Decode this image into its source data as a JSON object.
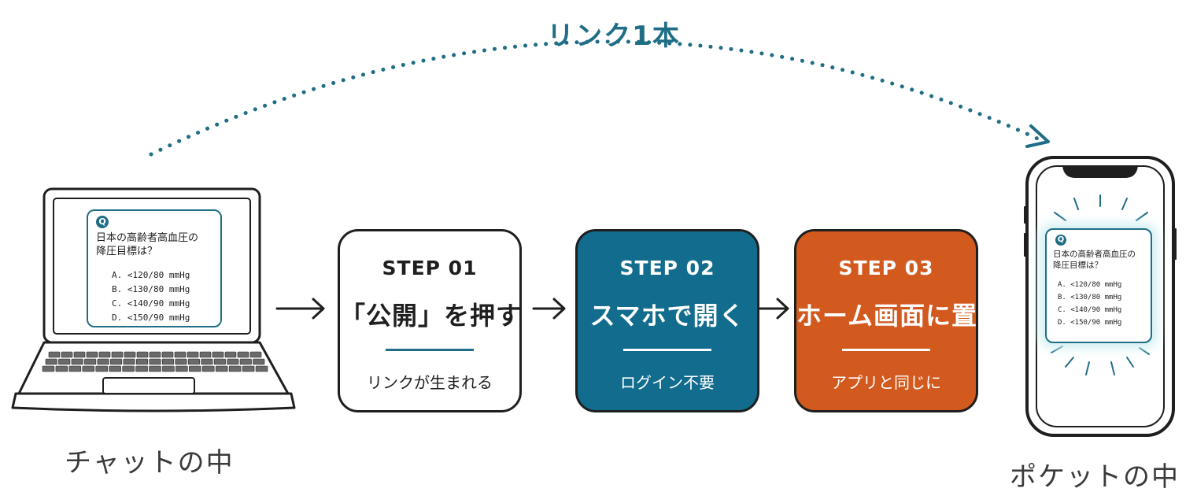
{
  "arc_label": "リンク1本",
  "left_caption": "チャットの中",
  "right_caption": "ポケットの中",
  "question_card": {
    "badge": "Q",
    "question_line1": "日本の高齢者高血圧の",
    "question_line2": "降圧目標は？",
    "options": [
      "A. <120/80 mmHg",
      "B. <130/80 mmHg",
      "C. <140/90 mmHg",
      "D. <150/90 mmHg"
    ]
  },
  "steps": [
    {
      "number": "STEP 01",
      "title": "「公開」を押す",
      "subtitle": "リンクが生まれる"
    },
    {
      "number": "STEP 02",
      "title": "スマホで開く",
      "subtitle": "ログイン不要"
    },
    {
      "number": "STEP 03",
      "title": "ホーム画面に置く",
      "subtitle": "アプリと同じに"
    }
  ],
  "colors": {
    "teal": "#126c8e",
    "orange": "#d25a1e",
    "accent_line": "#1f6e86",
    "outline": "#1f1f1f"
  }
}
